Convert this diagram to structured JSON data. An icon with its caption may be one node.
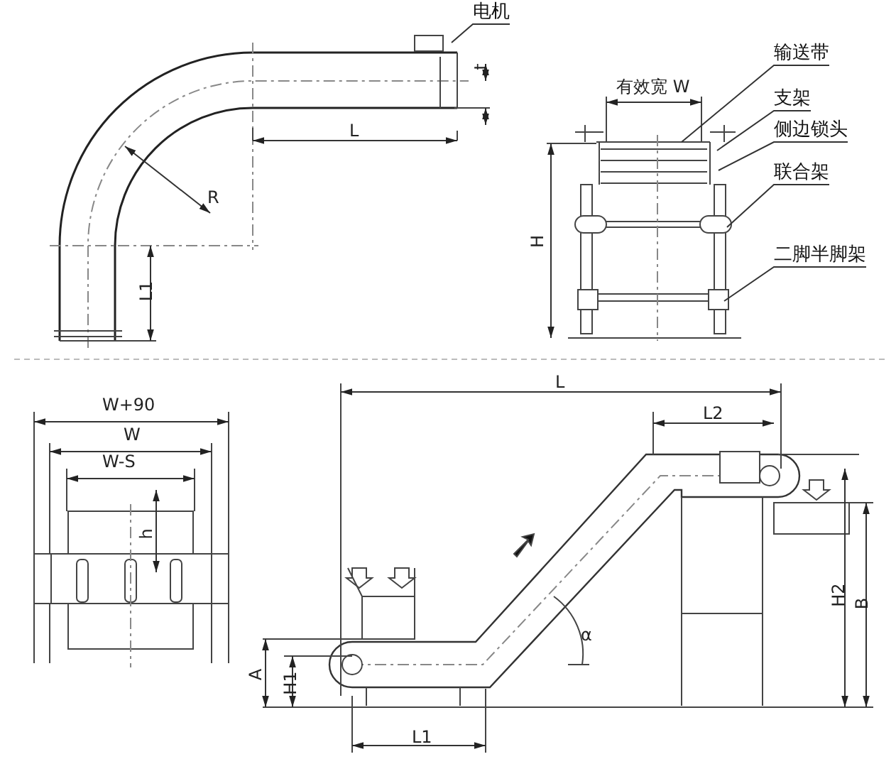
{
  "diagram": {
    "nodes": [
      {
        "text": [
          "电机"
        ]
      },
      {
        "text": [
          "输送带"
        ]
      },
      {
        "text": [
          "支架"
        ]
      },
      {
        "text": [
          "侧边锁头"
        ]
      },
      {
        "text": [
          "联合架"
        ]
      },
      {
        "text": [
          "二脚半脚架"
        ]
      }
    ],
    "edges": [
      {
        "from": 0,
        "to": null,
        "arrow": "none"
      },
      {
        "from": 1,
        "to": null,
        "arrow": "none"
      },
      {
        "from": 2,
        "to": null,
        "arrow": "none"
      },
      {
        "from": 3,
        "to": null,
        "arrow": "none"
      },
      {
        "from": 4,
        "to": null,
        "arrow": "none"
      },
      {
        "from": 5,
        "to": null,
        "arrow": "none"
      }
    ],
    "labels": [
      "t",
      "L",
      "R",
      "L1",
      "有效宽 W",
      "H",
      "W+90",
      "W",
      "W-S",
      "h",
      "L",
      "L2",
      "α",
      "A",
      "H1",
      "L1",
      "H2",
      "B"
    ]
  }
}
